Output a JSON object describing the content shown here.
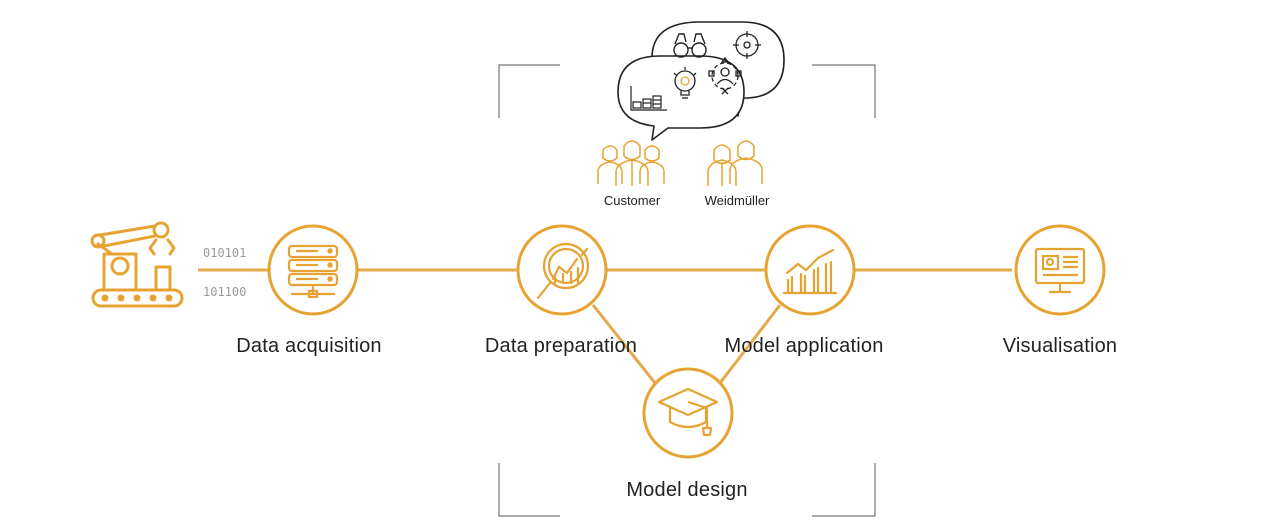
{
  "colors": {
    "accent": "#E7A331",
    "line": "#E3A94A",
    "frame": "#555555",
    "text": "#222222",
    "muted": "#9a9a9a"
  },
  "binary": {
    "top": "010101",
    "bottom": "101100"
  },
  "stages": {
    "acquisition": {
      "label": "Data acquisition",
      "icon": "server-icon"
    },
    "preparation": {
      "label": "Data preparation",
      "icon": "magnifier-chart-icon"
    },
    "application": {
      "label": "Model application",
      "icon": "growth-chart-icon"
    },
    "visualisation": {
      "label": "Visualisation",
      "icon": "dashboard-monitor-icon"
    },
    "design": {
      "label": "Model design",
      "icon": "graduation-cap-icon"
    }
  },
  "roles": {
    "customer": "Customer",
    "weidmueller": "Weidmüller"
  },
  "bubble_icons": [
    "bar-chart-icon",
    "binoculars-icon",
    "lightbulb-gear-icon",
    "network-person-icon",
    "target-icon"
  ],
  "source": {
    "icon": "robot-arm-conveyor-icon"
  }
}
